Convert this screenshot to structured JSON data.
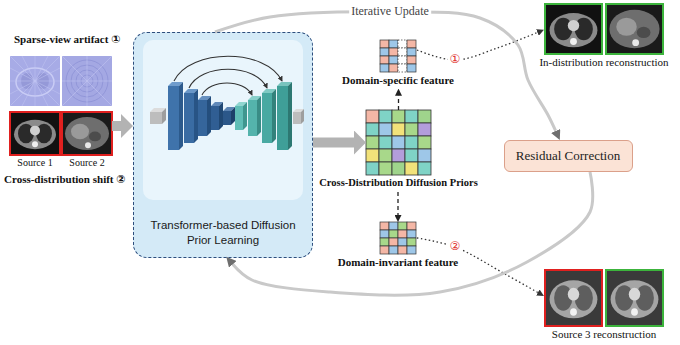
{
  "diagram": {
    "nodes": [
      {
        "text": [
          "Source 1"
        ]
      },
      {
        "text": [
          "Source 2"
        ]
      },
      {
        "text": [
          "Transformer-based Diffusion Prior Learning"
        ]
      },
      {
        "text": [
          "Domain-specific feature"
        ]
      },
      {
        "text": [
          "Cross-Distribution Diffusion Priors"
        ]
      },
      {
        "text": [
          "Domain-invariant feature"
        ]
      },
      {
        "text": [
          "In-distribution reconstruction"
        ]
      },
      {
        "text": [
          "Residual Correction"
        ]
      },
      {
        "text": [
          "Source 3 reconstruction"
        ]
      }
    ],
    "edges": [
      {
        "from": 1,
        "to": 2,
        "arrow": "to"
      },
      {
        "from": 2,
        "to": 4,
        "arrow": "to"
      },
      {
        "from": 4,
        "to": 3,
        "arrow": "to"
      },
      {
        "from": 4,
        "to": 5,
        "arrow": "to"
      },
      {
        "from": 3,
        "to": 6,
        "arrow": "to",
        "label": "①"
      },
      {
        "from": 5,
        "to": 8,
        "arrow": "to",
        "label": "②"
      },
      {
        "from": 2,
        "to": 7,
        "arrow": "to",
        "label": "Iterative Update"
      },
      {
        "from": 7,
        "to": 2,
        "arrow": "to"
      }
    ],
    "labels": [
      "Sparse-view artifact ①",
      "Cross-distribution shift ②"
    ]
  }
}
